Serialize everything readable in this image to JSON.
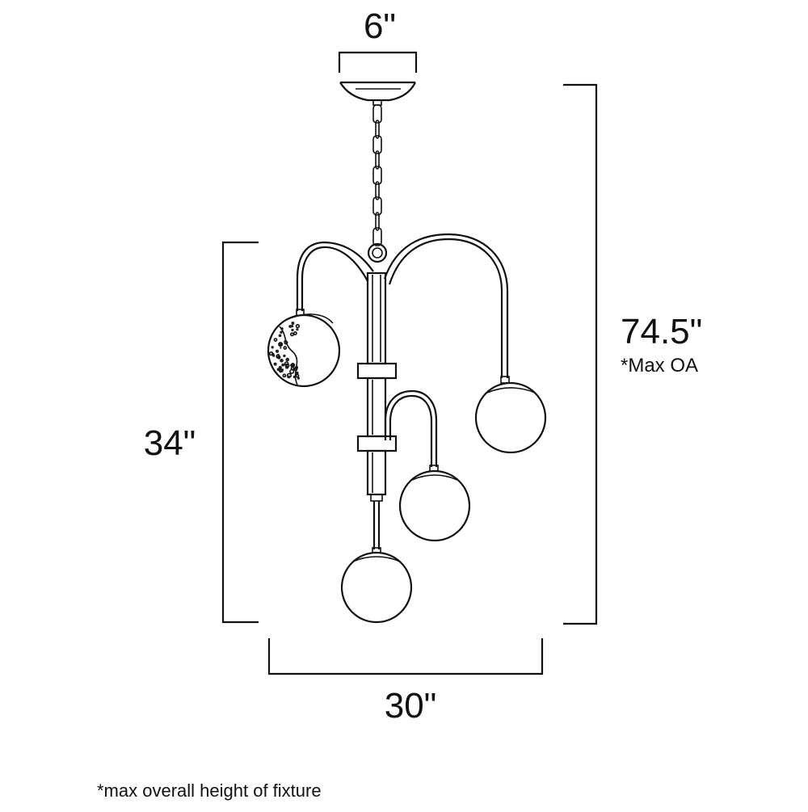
{
  "dimensions": {
    "canopy_width": "6\"",
    "overall_height": "74.5\"",
    "overall_height_note": "*Max OA",
    "fixture_height": "34\"",
    "fixture_width": "30\""
  },
  "footnote": "*max overall height of fixture",
  "colors": {
    "line": "#111111",
    "background": "#ffffff"
  }
}
